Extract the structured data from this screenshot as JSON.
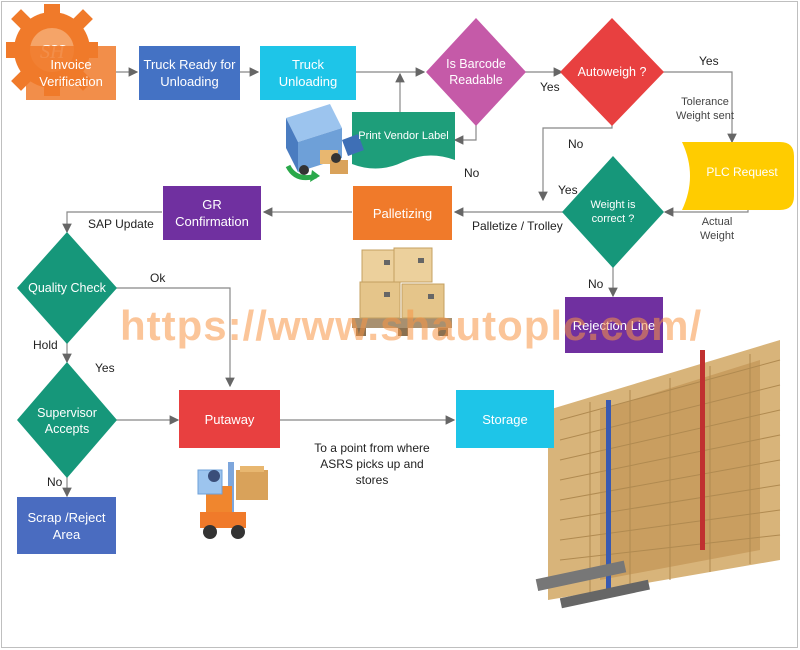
{
  "colors": {
    "orange": "#f07a2a",
    "blue": "#4472c4",
    "cyan": "#1ec5e8",
    "magenta": "#c55aa8",
    "red": "#e84040",
    "green": "#1e9e7a",
    "yellow": "#ffcc00",
    "purple": "#7030a0",
    "darkblue": "#4a6cc0",
    "teal": "#16977a"
  },
  "logo": {
    "text": "SH"
  },
  "nodes": {
    "invoice": "Invoice Verification",
    "truck_ready": "Truck Ready for Unloading",
    "truck_unloading": "Truck Unloading",
    "barcode": "Is Barcode Readable",
    "autoweigh": "Autoweigh  ?",
    "print_label": "Print Vendor Label",
    "plc_request": "PLC Request",
    "weight_correct": "Weight is correct ?",
    "palletizing": "Palletizing",
    "gr_confirmation": "GR Confirmation",
    "quality_check": "Quality Check",
    "supervisor": "Supervisor Accepts",
    "putaway": "Putaway",
    "storage": "Storage",
    "scrap": "Scrap /Reject Area",
    "rejection": "Rejection Line"
  },
  "edge_labels": {
    "yes_barcode": "Yes",
    "yes_autoweigh": "Yes",
    "no_barcode": "No",
    "no_autoweigh": "No",
    "tolerance": "Tolerance Weight sent",
    "actual": "Actual Weight",
    "yes_weight": "Yes",
    "palletize": "Palletize / Trolley",
    "no_weight": "No",
    "sap_update": "SAP Update",
    "ok": "Ok",
    "hold": "Hold",
    "yes_supervisor": "Yes",
    "no_supervisor": "No",
    "asrs_note": "To a point from where ASRS picks up and stores"
  },
  "watermark": "https://www.shautoplc.com/",
  "illustrations": [
    "truck-icon",
    "boxes-on-pallet-icon",
    "forklift-icon",
    "asrs-rack-icon"
  ]
}
